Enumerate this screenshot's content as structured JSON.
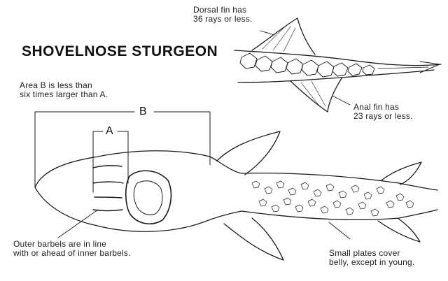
{
  "title": "SHOVELNOSE STURGEON",
  "labels": {
    "dorsal": [
      "Dorsal fin has",
      "36 rays or less."
    ],
    "area": [
      "Area B is less than",
      "six times larger than A."
    ],
    "anal": [
      "Anal fin has",
      "23 rays or less."
    ],
    "barbels": [
      "Outer barbels are in line",
      "with or ahead of inner barbels."
    ],
    "plates": [
      "Small plates cover",
      "belly, except in young."
    ]
  },
  "markers": {
    "a": "A",
    "b": "B"
  }
}
